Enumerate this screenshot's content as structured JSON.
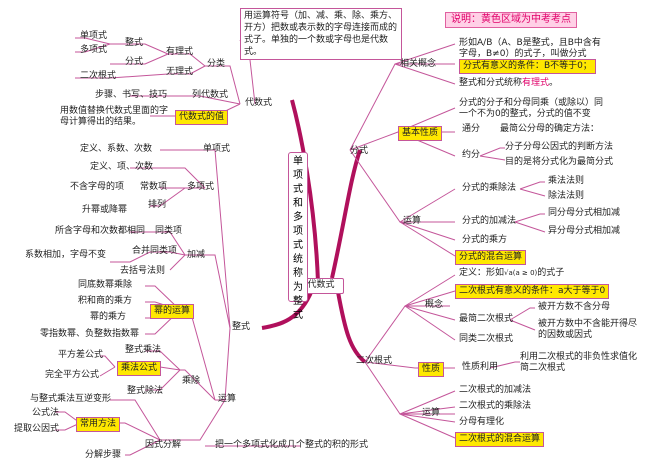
{
  "note": "说明：黄色区域为中考考点",
  "center": "代数式",
  "vertical_note": [
    "单",
    "项",
    "式",
    "和",
    "多",
    "项",
    "式",
    "统",
    "称",
    "为",
    "整",
    "式"
  ],
  "def_box": "用运算符号（加、减、乘、除、乘方、开方）把数或表示数的字母连接而成的式子。单独的一个数或字母也是代数式。",
  "alg": {
    "title": "代数式",
    "classify": "分类",
    "rational": "有理式",
    "irrational": "无理式",
    "integral": "整式",
    "fraction": "分式",
    "monomial": "单项式",
    "polynomial": "多项式",
    "quadratic_radical": "二次根式",
    "column": "列代数式",
    "column_steps": "步骤、书写、技巧",
    "value": "代数式的值",
    "value_desc": "用数值替换代数式里面的字母计算得出的结果。"
  },
  "zhengshi": {
    "title": "整式",
    "monomial": "单项式",
    "monomial_def": "定义、系数、次数",
    "polynomial": "多项式",
    "poly_def": "定义、项、次数",
    "const_term": "常数项",
    "const_desc": "不含字母的项",
    "arrange": "排列",
    "arrange_desc": "升幂或降幂",
    "add_sub": "加减",
    "like_terms": "同类项",
    "like_terms_desc": "所含字母和次数都相同",
    "combine": "合并同类项",
    "combine_desc": "系数相加，字母不变",
    "remove_brackets": "去括号法则",
    "ops": "运算",
    "power_ops": "幂的运算",
    "same_base_mul": "同底数幂乘除",
    "product_power": "积和商的乘方",
    "power_power": "幂的乘方",
    "zero_neg": "零指数幂、负整数指数幂",
    "mul_div": "乘除",
    "int_mul": "整式乘法",
    "mul_formula": "乘法公式",
    "square_diff": "平方差公式",
    "perfect_square": "完全平方公式",
    "int_div": "整式除法",
    "factor": "因式分解",
    "factor_desc": "把一个多项式化成几个整式的积的形式",
    "inverse": "与整式乘法互逆变形",
    "common_methods": "常用方法",
    "formula": "公式法",
    "extract": "提取公因式",
    "steps": "分解步骤"
  },
  "fenshi": {
    "title": "分式",
    "concept": "相关概念",
    "def": "形如A/B（A、B是整式，且B中含有字母，B≠0）的式子，叫做分式",
    "meaning": "分式有意义的条件：B不等于0；",
    "rational_sum": "整式和分式统称",
    "rational_word": "有理式",
    "rational_end": "。",
    "basic": "基本性质",
    "basic_desc": "分式的分子和分母同乘（或除以）同一个不为0的整式，分式的值不变",
    "common_denom": "通分",
    "common_denom_desc": "最简公分母的确定方法：",
    "reduce": "约分",
    "gcf": "分子分母公因式的判断方法",
    "simplest": "目的是将分式化为最简分式",
    "ops": "运算",
    "mul_div": "分式的乘除法",
    "mul_rule": "乘法法则",
    "div_rule": "除法法则",
    "add_sub": "分式的加减法",
    "same_denom": "同分母分式相加减",
    "diff_denom": "异分母分式相加减",
    "power": "分式的乘方",
    "mixed": "分式的混合运算"
  },
  "radical": {
    "title": "二次根式",
    "concept": "概念",
    "def_a": "定义：形如",
    "def_sym": "√a(a ≥ 0)",
    "def_b": "的式子",
    "meaning": "二次根式有意义的条件：a大于等于0",
    "simplest": "最简二次根式",
    "simplest1": "被开方数不含分母",
    "simplest2": "被开方数中不含能开得尽的因数或因式",
    "like": "同类二次根式",
    "property": "性质",
    "prop_use": "性质利用",
    "prop_desc": "利用二次根式的非负性求值化简二次根式",
    "ops": "运算",
    "add_sub": "二次根式的加减法",
    "mul_div": "二次根式的乘除法",
    "rationalize": "分母有理化",
    "mixed": "二次根式的混合运算"
  },
  "colors": {
    "branch": "#c01f6e",
    "line": "#c4569a",
    "highlight": "#ffe800",
    "note_bg": "#ffd0e6"
  }
}
